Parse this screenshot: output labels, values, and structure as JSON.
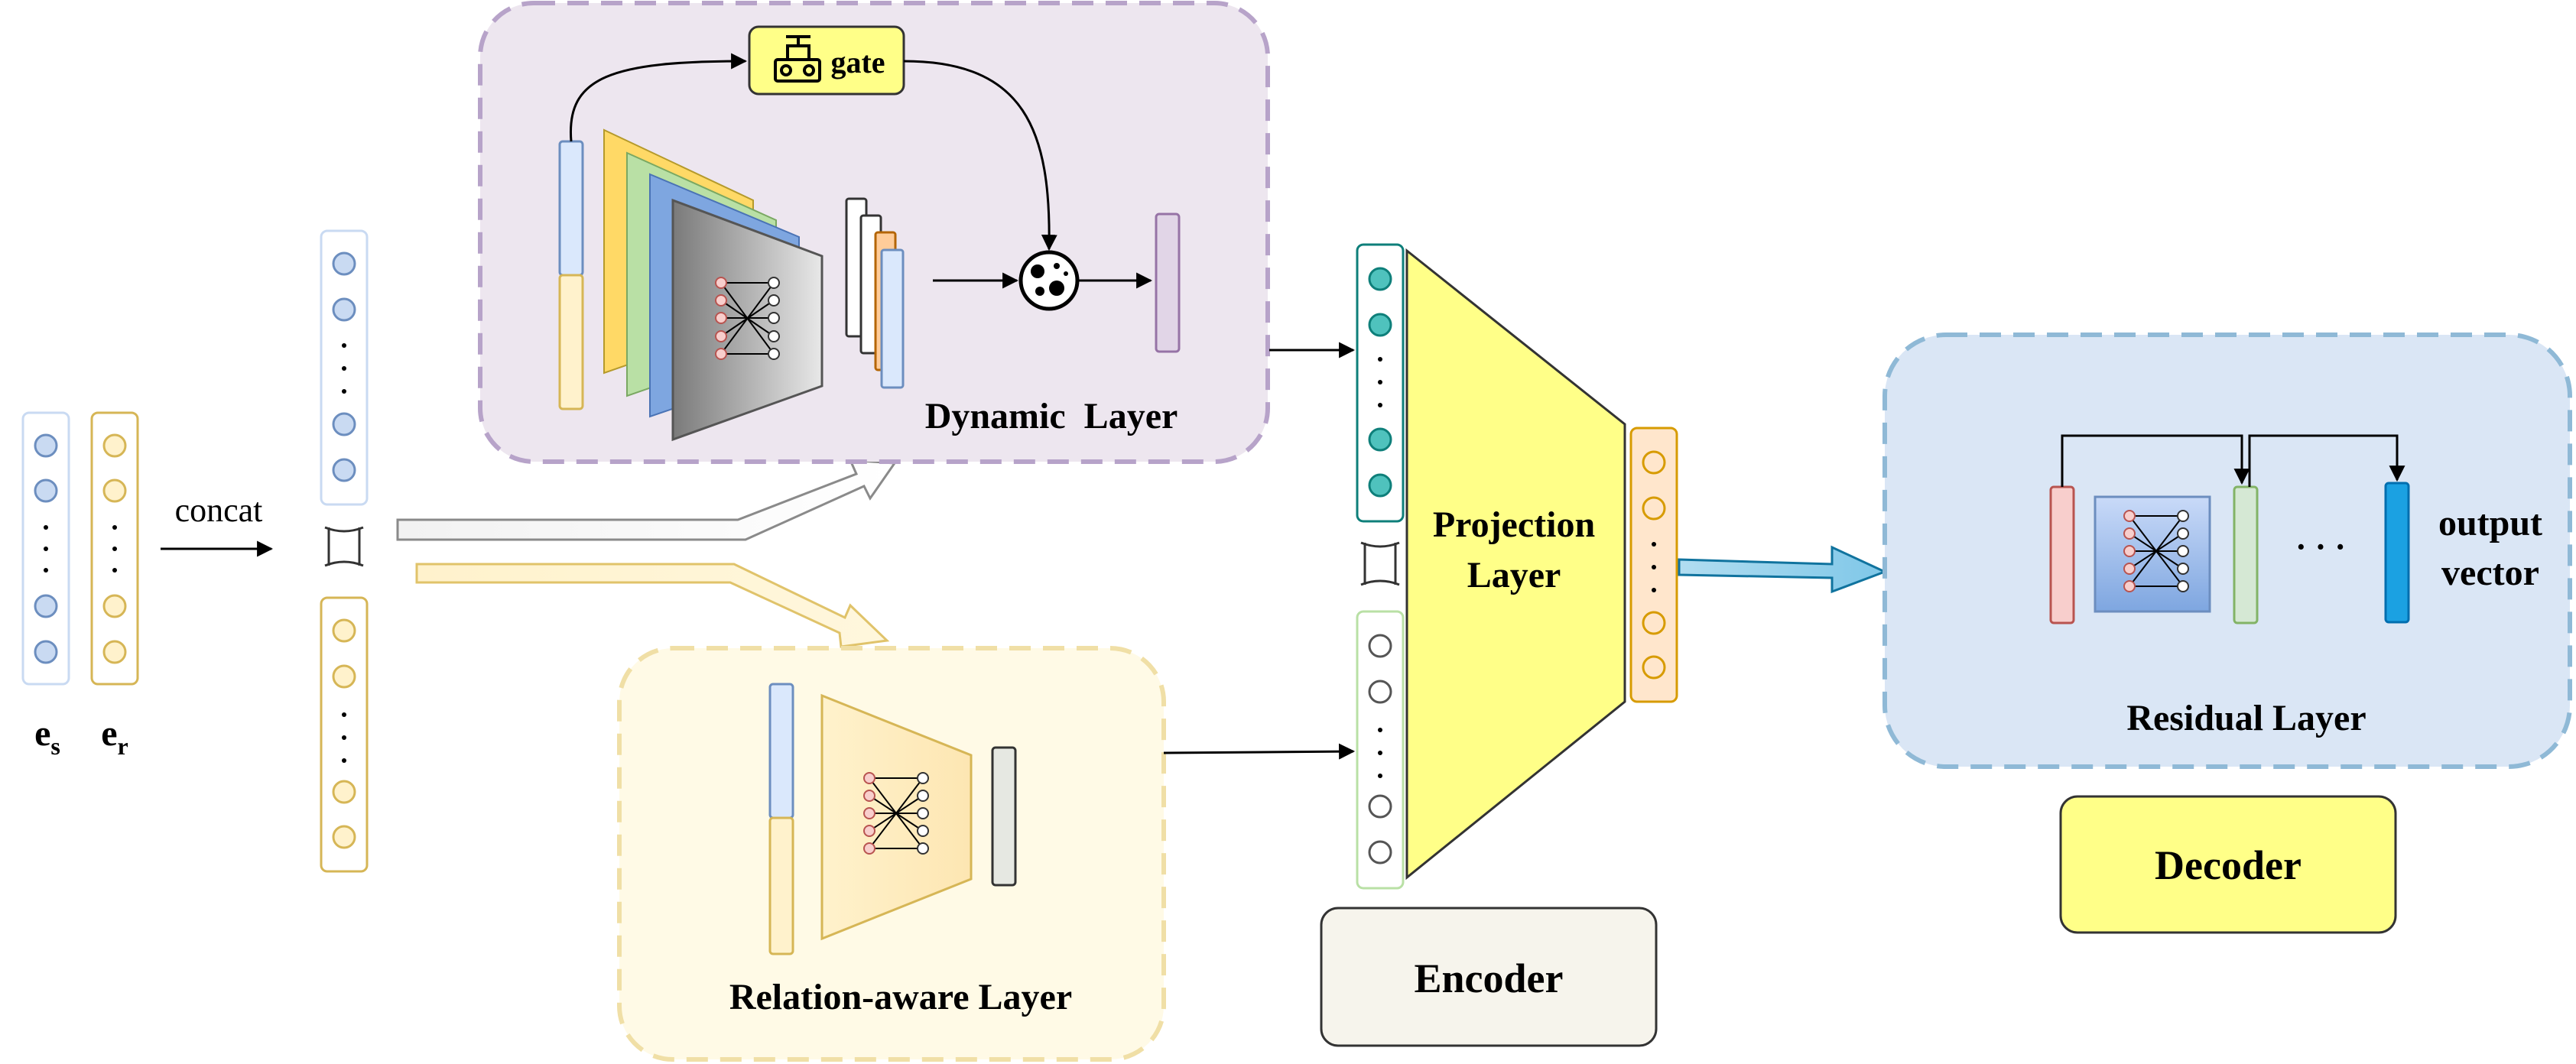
{
  "labels": {
    "concat": "concat",
    "es_main": "e",
    "es_sub": "s",
    "er_main": "e",
    "er_sub": "r",
    "gate": "gate",
    "dynamic_layer": "Dynamic  Layer",
    "relation_aware_layer": "Relation-aware Layer",
    "projection_layer_line1": "Projection",
    "projection_layer_line2": "Layer",
    "encoder": "Encoder",
    "residual_layer": "Residual Layer",
    "output_vector_line1": "output",
    "output_vector_line2": "vector",
    "decoder": "Decoder",
    "ellipsis": "· · ·"
  },
  "colors": {
    "blue_node": "#c9daf2",
    "blue_stroke": "#6c8ebf",
    "yellow_node": "#fff2cc",
    "yellow_stroke": "#d6b656",
    "teal_node": "#4fc2bd",
    "teal_stroke": "#0e7f7a",
    "orange_node": "#ffe6cc",
    "orange_stroke": "#d79b00",
    "projection_fill": "#ffff88",
    "dynamic_box": "#ede6ef",
    "dynamic_border": "#b7a3c9",
    "relation_box": "#fffae6",
    "relation_border": "#f0dfa6",
    "residual_box": "#dae6f5",
    "residual_border": "#8fb9d6",
    "decoder_fill": "#ffff88",
    "encoder_fill": "#f6f4ec"
  }
}
